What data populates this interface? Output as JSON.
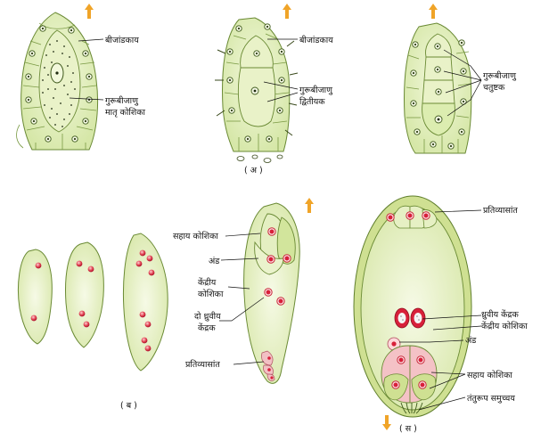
{
  "labels": {
    "nucellus_1": "बीजांडकाय",
    "megaspore_mother_cell_1": "गुरूबीजाणु",
    "megaspore_mother_cell_2": "मातृ कोशिका",
    "nucellus_2": "बीजांडकाय",
    "megaspore_dyad_1": "गुरूबीजाणु",
    "megaspore_dyad_2": "द्वितीयक",
    "megaspore_tetrad_1": "गुरूबीजाणु",
    "megaspore_tetrad_2": "चतुष्टक",
    "panel_a": "( अ )",
    "synergids_1": "सहाय कोशिका",
    "egg_1": "अंड",
    "central_cell_1": "केंद्रीय",
    "central_cell_2": "कोशिका",
    "polar_nuclei_1": "दो ध्रुवीय",
    "polar_nuclei_2": "केंद्रक",
    "antipodals_1": "प्रतिव्यासांत",
    "panel_b": "( ब )",
    "antipodals_2": "प्रतिव्यासांत",
    "polar_nuclei_3": "ध्रुवीय केंद्रक",
    "central_cell_3": "केंद्रीय कोशिका",
    "egg_2": "अंड",
    "synergids_2": "सहाय कोशिका",
    "filiform_apparatus": "तंतुरूप समुच्चय",
    "panel_c": "( स )"
  },
  "colors": {
    "cell_fill": "#e4efc2",
    "cell_fill_light": "#eef5d6",
    "outline": "#6a8a34",
    "nucleus_red": "#d8203a",
    "arrow_orange": "#f0a428",
    "pink": "#f2c0c4"
  }
}
